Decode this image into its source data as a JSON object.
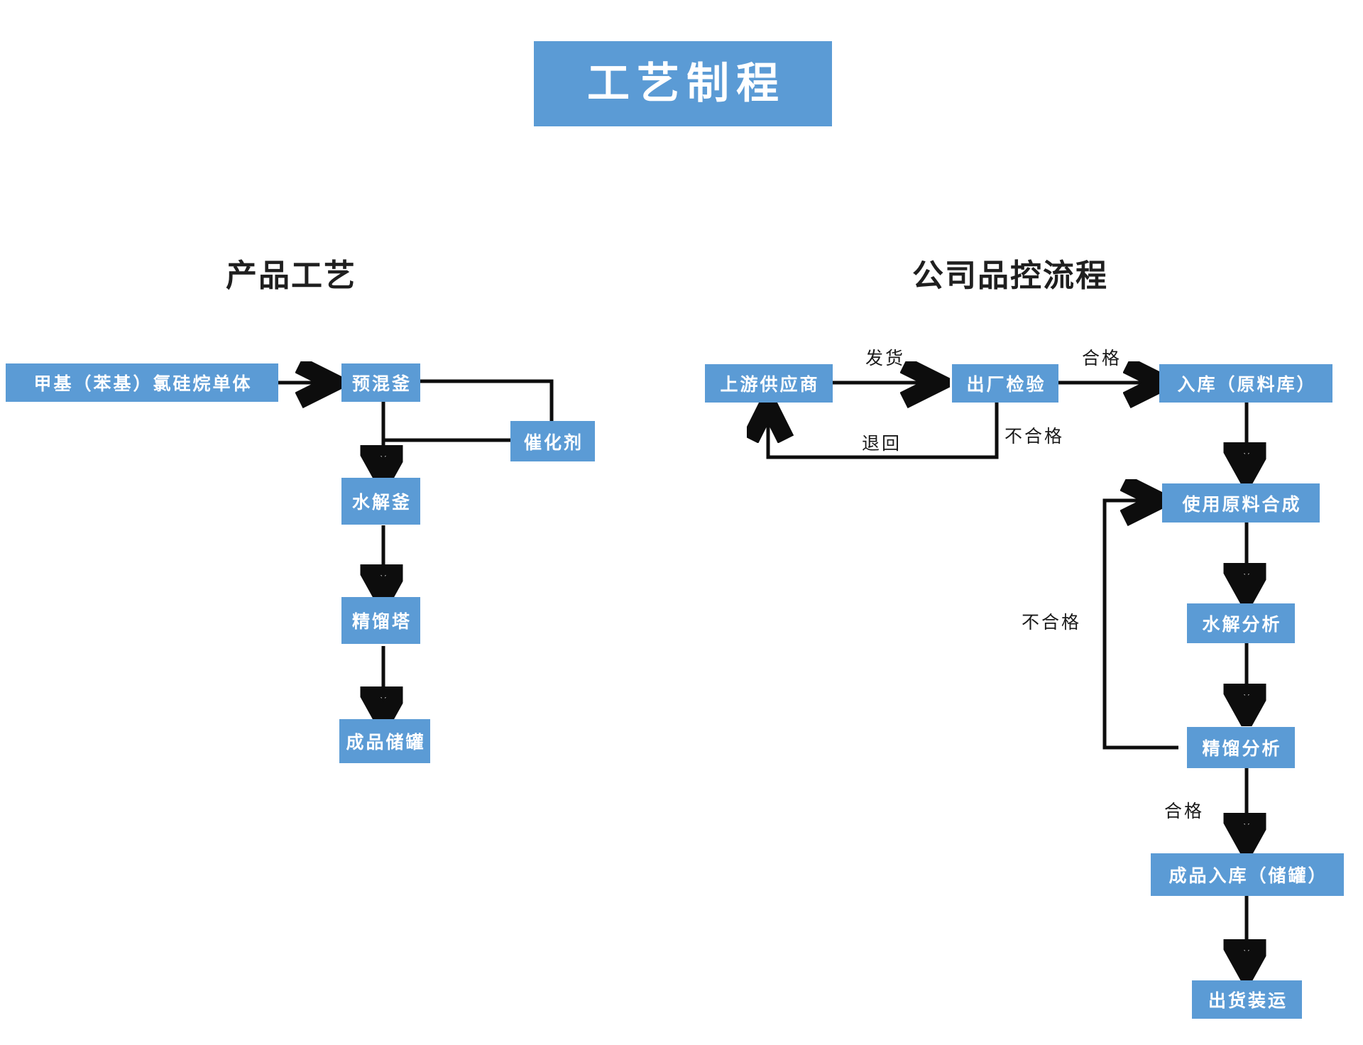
{
  "page": {
    "title": "工艺制程",
    "accent_color": "#5b9bd5",
    "line_color": "#0d0d0d",
    "background": "#ffffff"
  },
  "sections": {
    "left": {
      "heading": "产品工艺",
      "nodes": [
        {
          "id": "monomer",
          "label": "甲基（苯基）氯硅烷单体"
        },
        {
          "id": "premix",
          "label": "预混釜"
        },
        {
          "id": "catalyst",
          "label": "催化剂"
        },
        {
          "id": "hydrolysis",
          "label": "水解釜"
        },
        {
          "id": "distill",
          "label": "精馏塔"
        },
        {
          "id": "tank",
          "label": "成品储罐"
        }
      ],
      "edges": [
        {
          "from": "monomer",
          "to": "premix",
          "label": ""
        },
        {
          "from": "premix",
          "to": "catalyst",
          "label": ""
        },
        {
          "from": "catalyst",
          "to": "hydrolysis",
          "label": ""
        },
        {
          "from": "premix",
          "to": "hydrolysis",
          "label": ""
        },
        {
          "from": "hydrolysis",
          "to": "distill",
          "label": ""
        },
        {
          "from": "distill",
          "to": "tank",
          "label": ""
        }
      ]
    },
    "right": {
      "heading": "公司品控流程",
      "nodes": [
        {
          "id": "supplier",
          "label": "上游供应商"
        },
        {
          "id": "factory_qc",
          "label": "出厂检验"
        },
        {
          "id": "warehouse",
          "label": "入库（原料库）"
        },
        {
          "id": "synthesis",
          "label": "使用原料合成"
        },
        {
          "id": "hydro_test",
          "label": "水解分析"
        },
        {
          "id": "distill_test",
          "label": "精馏分析"
        },
        {
          "id": "finished_in",
          "label": "成品入库（储罐）"
        },
        {
          "id": "shipping",
          "label": "出货装运"
        }
      ],
      "edges": [
        {
          "from": "supplier",
          "to": "factory_qc",
          "label": "发货"
        },
        {
          "from": "factory_qc",
          "to": "warehouse",
          "label": "合格"
        },
        {
          "from": "factory_qc",
          "to": "supplier",
          "label_a": "不合格",
          "label_b": "退回"
        },
        {
          "from": "warehouse",
          "to": "synthesis",
          "label": ""
        },
        {
          "from": "synthesis",
          "to": "hydro_test",
          "label": ""
        },
        {
          "from": "hydro_test",
          "to": "distill_test",
          "label": ""
        },
        {
          "from": "distill_test",
          "to": "synthesis",
          "label": "不合格"
        },
        {
          "from": "distill_test",
          "to": "finished_in",
          "label": "合格"
        },
        {
          "from": "finished_in",
          "to": "shipping",
          "label": ""
        }
      ],
      "labels": {
        "ship": "发货",
        "pass_top": "合格",
        "fail_top": "不合格",
        "return": "退回",
        "fail_loop": "不合格",
        "pass_bottom": "合格"
      }
    }
  }
}
